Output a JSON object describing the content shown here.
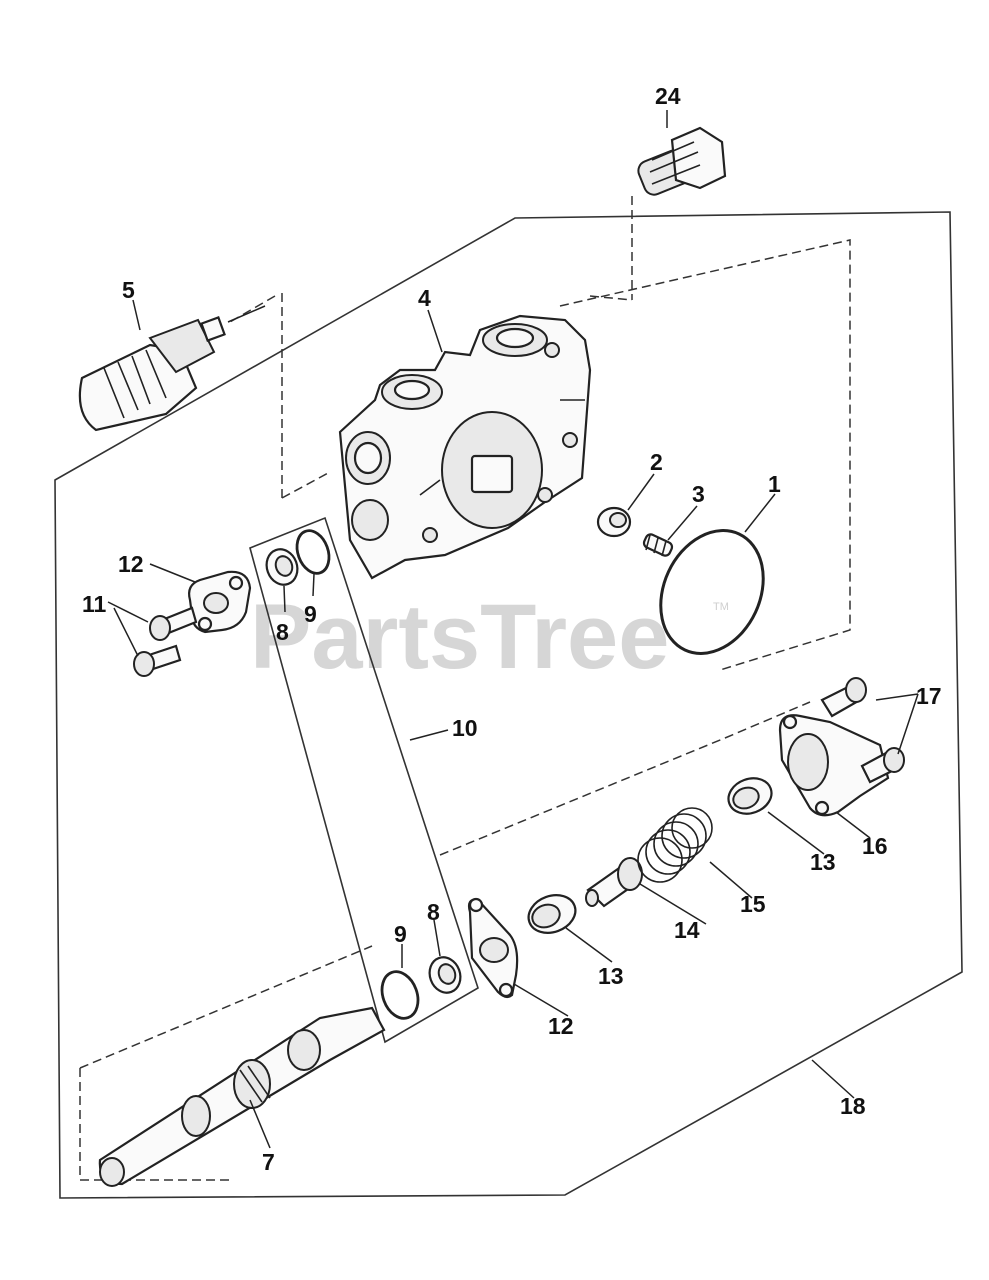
{
  "watermark": {
    "text": "PartsTree",
    "tm": "TM"
  },
  "callouts": {
    "c1": "1",
    "c2": "2",
    "c3": "3",
    "c4": "4",
    "c5": "5",
    "c7": "7",
    "c8a": "8",
    "c8b": "8",
    "c9a": "9",
    "c9b": "9",
    "c10": "10",
    "c11": "11",
    "c12a": "12",
    "c12b": "12",
    "c13a": "13",
    "c13b": "13",
    "c14": "14",
    "c15": "15",
    "c16": "16",
    "c17": "17",
    "c18": "18",
    "c24": "24"
  }
}
